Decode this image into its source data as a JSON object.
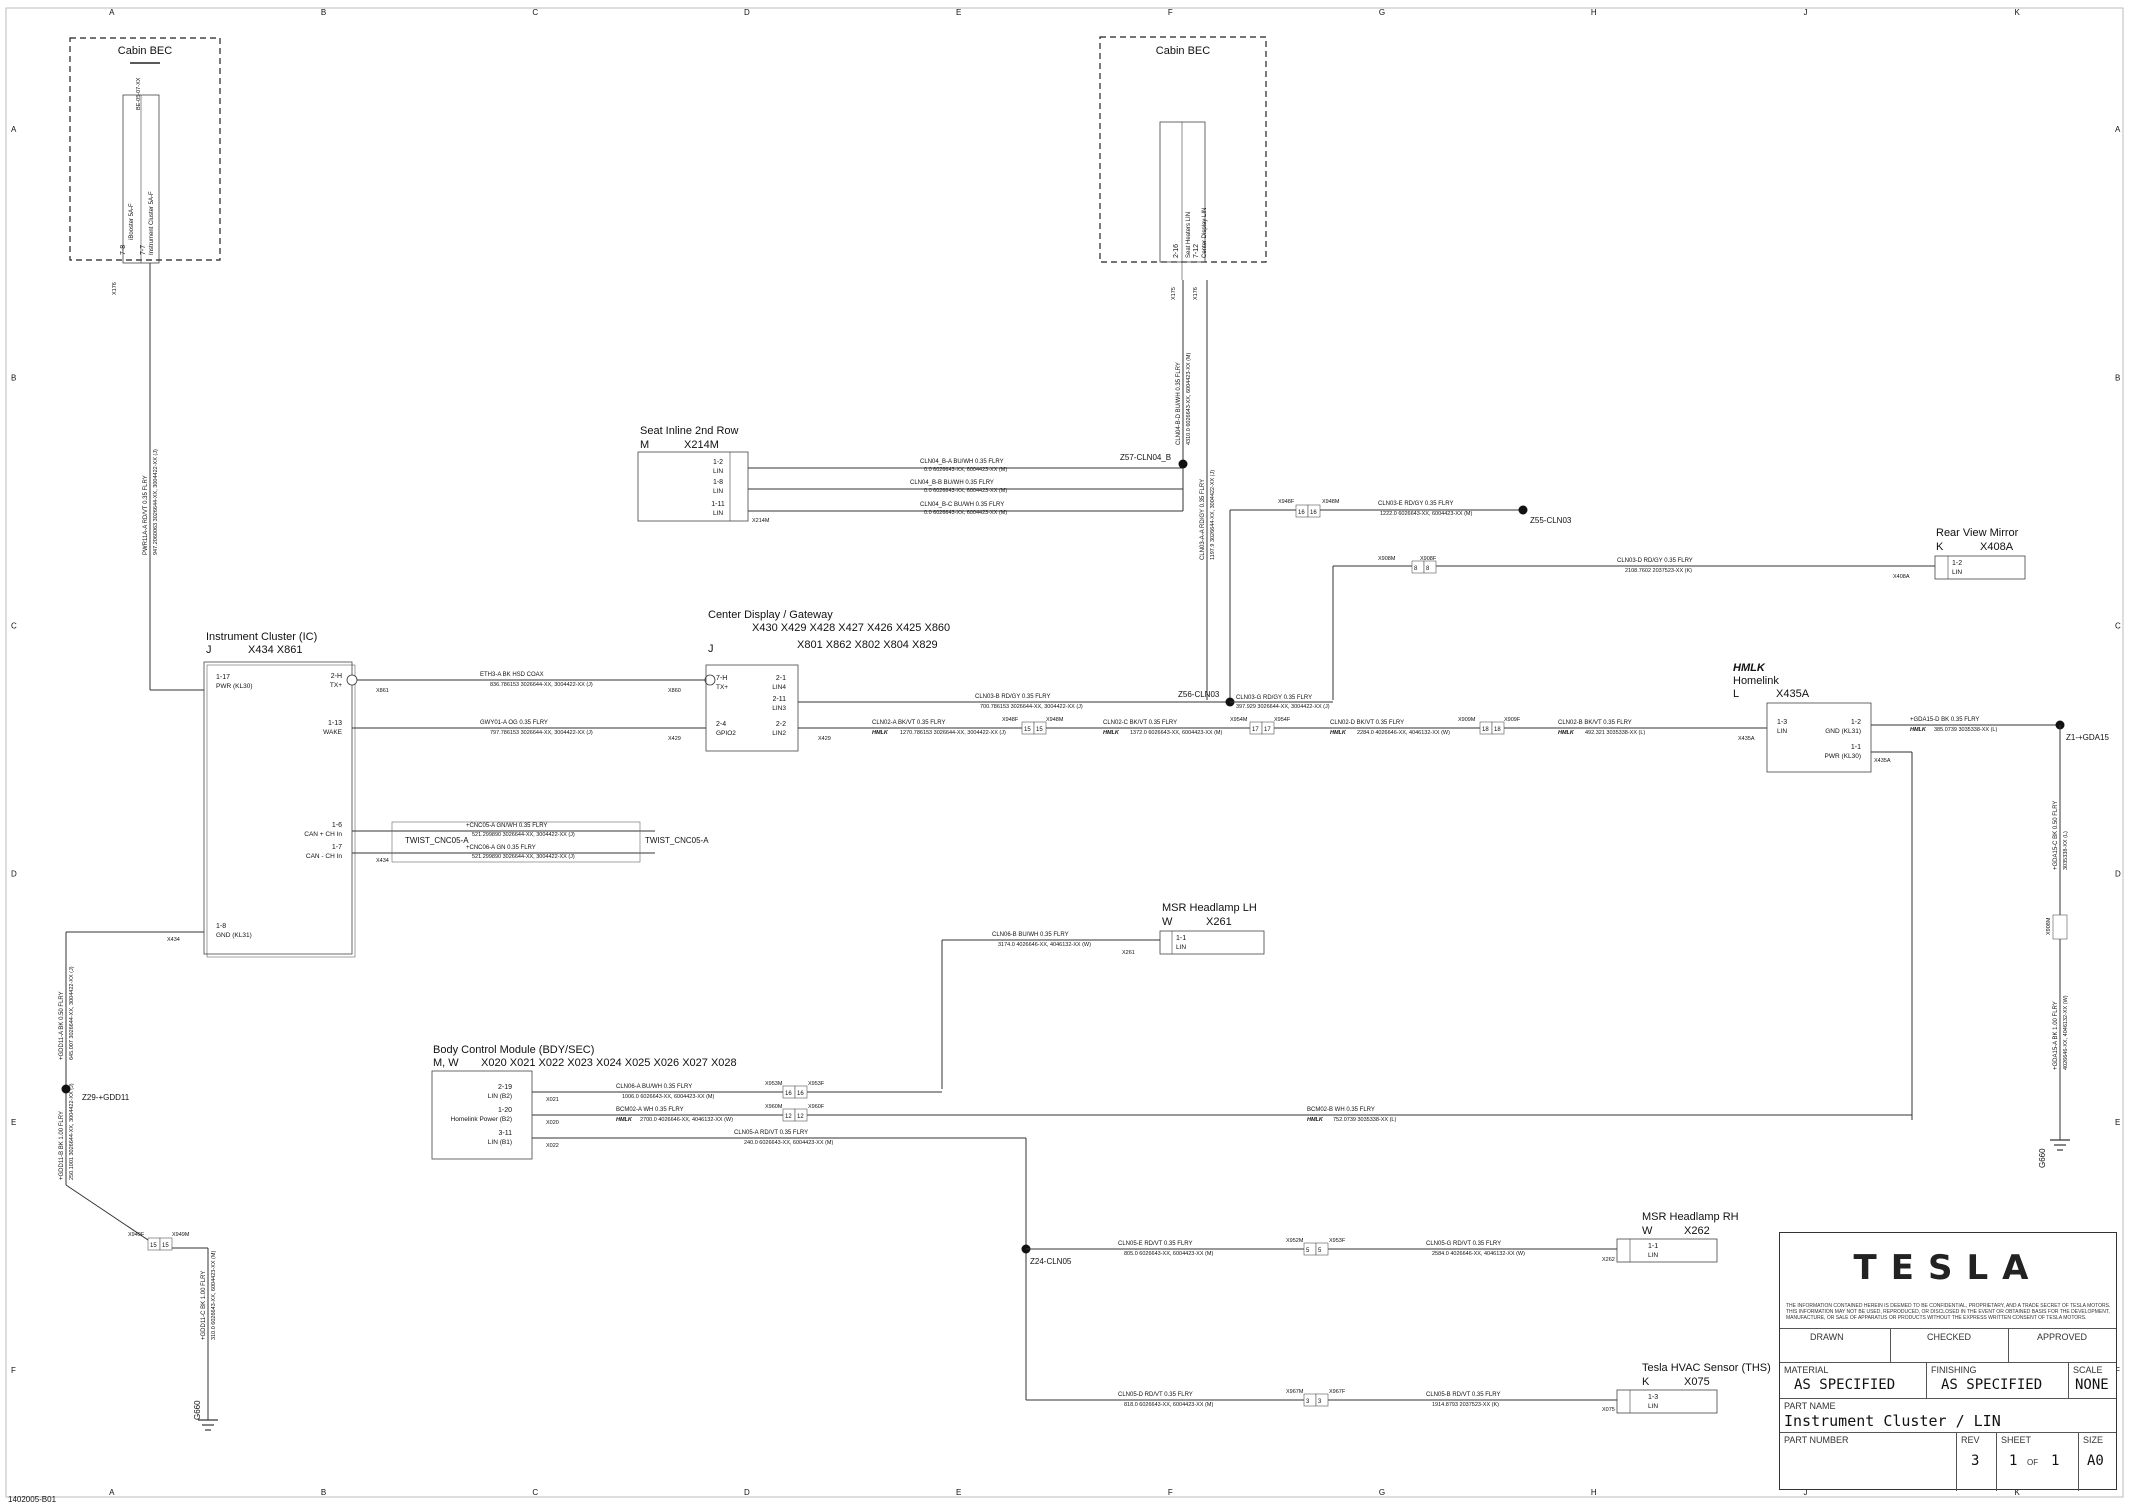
{
  "columns": [
    "A",
    "B",
    "C",
    "D",
    "E",
    "F",
    "G",
    "H",
    "J",
    "K"
  ],
  "rows": [
    "A",
    "B",
    "C",
    "D",
    "E",
    "F"
  ],
  "corner_code": "1402005-B01",
  "cabin_bec_left": {
    "title": "Cabin BEC",
    "pin1": "7-8",
    "pin1_label": "iBooster 5A-F",
    "pin2": "7-7",
    "pin2_label": "Instrument Cluster 5A-F",
    "top_label": "BE-05-07-XX",
    "conn": "X176",
    "wire": "PWR11A-A  RD/VT  0.35  FLRY",
    "wire_part": "947.2060063  3026644-XX, 3004422-XX (J)"
  },
  "cabin_bec_right": {
    "title": "Cabin BEC",
    "pin1": "2-16",
    "pin1_label": "Seat Heaters LIN",
    "pin2": "7-12",
    "pin2_label": "Center Display LIN",
    "conn1": "X175",
    "conn2": "X176",
    "wire1": "CLN04-B-D  BU/WH  0.35  FLRY",
    "wire1_part": "4310.0  6026643-XX, 6004423-XX (M)",
    "wire2": "CLN03-A-A  RD/GY  0.35  FLRY",
    "wire2_part": "1197.9  3026644-XX, 3004422-XX (J)"
  },
  "seat_inline": {
    "title": "Seat Inline 2nd Row",
    "code": "M",
    "connector": "X214M",
    "pins": [
      {
        "pin": "1-2",
        "name": "LIN",
        "wire": "CLN04_B-A  BU/WH  0.35  FLRY",
        "part": "0.0  6026643-XX, 6004423-XX (M)"
      },
      {
        "pin": "1-8",
        "name": "LIN",
        "wire": "CLN04_B-B  BU/WH  0.35  FLRY",
        "part": "0.0  6026643-XX, 6004423-XX (M)"
      },
      {
        "pin": "1-11",
        "name": "LIN",
        "wire": "CLN04_B-C  BU/WH  0.35  FLRY",
        "part": "0.0  6026643-XX, 6004423-XX (M)"
      }
    ],
    "conn": "X214M",
    "splice": "Z57-CLN04_B"
  },
  "z55": {
    "label": "Z55-CLN03",
    "wire": "CLN03-E  RD/GY  0.35  FLRY",
    "part": "1222.0  6026643-XX, 6004423-XX (M)",
    "c1": "X948F",
    "c2": "X948M",
    "p1": "16",
    "p2": "16"
  },
  "rear_view_mirror": {
    "title": "Rear View Mirror",
    "code": "K",
    "connector": "X408A",
    "pin": "1-2",
    "name": "LIN",
    "conn": "X408A",
    "wire": "CLN03-D  RD/GY  0.35  FLRY",
    "part": "2108.7602  2037523-XX (K)",
    "c1": "X908M",
    "c2": "X908F",
    "p1": "8",
    "p2": "8"
  },
  "instrument_cluster": {
    "title": "Instrument Cluster (IC)",
    "code": "J",
    "connectors": "X434   X861",
    "pins": [
      {
        "pin": "1-17",
        "name": "PWR (KL30)"
      },
      {
        "pin": "1-13",
        "name": "WAKE"
      },
      {
        "pin": "1-6",
        "name": "CAN + CH In"
      },
      {
        "pin": "1-7",
        "name": "CAN - CH In"
      },
      {
        "pin": "1-8",
        "name": "GND (KL31)"
      }
    ],
    "tx_pin": "2-H",
    "tx_name": "TX+",
    "conn_tx": "X861",
    "conn_gnd": "X434",
    "conn_can": "X434"
  },
  "center_display": {
    "title": "Center Display / Gateway",
    "code": "J",
    "connectors1": "X430   X429   X428   X427   X426   X425   X860",
    "connectors2": "X801   X862   X802   X804   X829",
    "pins": [
      {
        "pin": "7-H",
        "name": "TX+"
      },
      {
        "pin": "2-1",
        "name": "LIN4"
      },
      {
        "pin": "2-11",
        "name": "LIN3"
      },
      {
        "pin": "2-4",
        "name": "GPIO2"
      },
      {
        "pin": "2-2",
        "name": "LIN2"
      }
    ],
    "conn_tx": "X860",
    "conn_gpio": "X429",
    "conn_lin": "X429"
  },
  "eth_wire": {
    "name": "ETH3-A  BK  HSD  COAX",
    "part": "836.786153  3026644-XX, 3004422-XX (J)"
  },
  "gwy_wire": {
    "name": "GWY01-A  OG  0.35  FLRY",
    "part": "797.786153  3026644-XX, 3004422-XX (J)"
  },
  "can_wires": {
    "w1": "+CNC05-A  GN/WH  0.35  FLRY",
    "p1": "521.299890  3026644-XX, 3004422-XX (J)",
    "w2": "+CNC06-A  GN  0.35  FLRY",
    "p2": "521.299890  3026644-XX, 3004422-XX (J)",
    "twist1": "TWIST_CNC05-A",
    "twist2": "TWIST_CNC05-A"
  },
  "lin_chain": {
    "z56": "Z56-CLN03",
    "cln03b": "CLN03-B  RD/GY  0.35  FLRY",
    "cln03b_part": "700.786153  3026644-XX, 3004422-XX (J)",
    "cln03g": "CLN03-G  RD/GY  0.35  FLRY",
    "cln03g_part": "397.929  3026644-XX, 3004422-XX (J)",
    "cln02a": "CLN02-A  BK/VT  0.35  FLRY",
    "cln02a_part": "1270.786153  3026644-XX, 3004422-XX (J)",
    "cln02c": "CLN02-C  BK/VT  0.35  FLRY",
    "cln02c_part": "1372.0  6026643-XX, 6004423-XX (M)",
    "cln02d": "CLN02-D  BK/VT  0.35  FLRY",
    "cln02d_part": "2284.0  4026646-XX, 4046132-XX (W)",
    "cln02b": "CLN02-B  BK/VT  0.35  FLRY",
    "cln02b_part": "492.321  3035338-XX (L)",
    "hmlk": "HMLK",
    "x948f": "X948F",
    "x948m": "X948M",
    "p15a": "15",
    "p15b": "15",
    "x954m": "X954M",
    "x954f": "X954F",
    "p17a": "17",
    "p17b": "17",
    "x909m": "X909M",
    "x909f": "X909F",
    "p18a": "18",
    "p18b": "18"
  },
  "homelink": {
    "title_bold": "HMLK",
    "title": "Homelink",
    "code": "L",
    "connector": "X435A",
    "pins": [
      {
        "pin": "1-3",
        "name": "LIN"
      },
      {
        "pin": "1-2",
        "name": "GND (KL31)"
      },
      {
        "pin": "1-1",
        "name": "PWR (KL30)"
      }
    ],
    "conn1": "X435A",
    "conn2": "X435A",
    "gnd_wire": "+GDA15-D  BK  0.35  FLRY",
    "gnd_part": "385.0739  3035338-XX (L)",
    "gnd_splice": "Z1-+GDA15"
  },
  "right_ground": {
    "w1": "+GDA15-C  BK  0.50  FLRY",
    "p1": "3035338-XX (L)",
    "w2": "+GDA15-A  BK  1.00  FLRY",
    "p2": "4026646-XX, 4046132-XX (W)",
    "conn": "X908M",
    "ground": "G660"
  },
  "msr_lh": {
    "title": "MSR Headlamp LH",
    "code": "W",
    "connector": "X261",
    "pin": "1-1",
    "name": "LIN",
    "conn": "X261",
    "wire": "CLN06-B  BU/WH  0.35  FLRY",
    "part": "3174.0  4026646-XX, 4046132-XX (W)"
  },
  "bcm": {
    "title": "Body Control Module (BDY/SEC)",
    "code": "M, W",
    "connectors": "X020   X021   X022   X023   X024   X025   X026   X027   X028",
    "pins": [
      {
        "pin": "2-19",
        "name": "LIN (B2)",
        "conn": "X021"
      },
      {
        "pin": "1-20",
        "name": "Homelink Power (B2)",
        "conn": "X020"
      },
      {
        "pin": "3-11",
        "name": "LIN (B1)",
        "conn": "X022"
      }
    ],
    "w1": "CLN06-A  BU/WH  0.35  FLRY",
    "p1": "1006.0  6026643-XX, 6004423-XX (M)",
    "w2": "BCM02-A  WH  0.35  FLRY",
    "p2": "2700.0  4026646-XX, 4046132-XX (W)",
    "w3": "CLN05-A  RD/VT  0.35  FLRY",
    "p3": "240.0  6026643-XX, 6004423-XX (M)",
    "c1a": "X953M",
    "c1b": "X953F",
    "n1a": "16",
    "n1b": "16",
    "c2a": "X960M",
    "c2b": "X960F",
    "n2a": "12",
    "n2b": "12",
    "bcm02b": "BCM02-B  WH  0.35  FLRY",
    "bcm02b_part": "752.0739  3035338-XX (L)"
  },
  "left_ground": {
    "splice": "Z29-+GDD11",
    "w1": "+GDD11-A  BK  0.50  FLRY",
    "p1": "645.007  3026644-XX, 3004422-XX (J)",
    "w2": "+GDD11-B  BK  1.00  FLRY",
    "p2": "250.1001  3026644-XX, 3004422-XX (J)",
    "c1": "X949F",
    "c2": "X949M",
    "n1": "15",
    "n2": "15",
    "w3": "+GDD11-C  BK  1.00  FLRY",
    "p3": "310.0  6026643-XX, 6004423-XX (M)",
    "ground": "G660"
  },
  "msr_rh": {
    "title": "MSR Headlamp RH",
    "code": "W",
    "connector": "X262",
    "pin": "1-1",
    "name": "LIN",
    "conn": "X262",
    "splice": "Z24-CLN05",
    "w1": "CLN05-E  RD/VT  0.35  FLRY",
    "p1": "805.0  6026643-XX, 6004423-XX (M)",
    "w2": "CLN05-G  RD/VT  0.35  FLRY",
    "p2": "2584.0  4026646-XX, 4046132-XX (W)",
    "c1": "X952M",
    "c2": "X953F",
    "n1": "5",
    "n2": "5"
  },
  "hvac": {
    "title": "Tesla HVAC Sensor (THS)",
    "code": "K",
    "connector": "X075",
    "pin": "1-3",
    "name": "LIN",
    "conn": "X075",
    "w1": "CLN05-D  RD/VT  0.35  FLRY",
    "p1": "818.0  6026643-XX, 6004423-XX (M)",
    "w2": "CLN05-B  RD/VT  0.35  FLRY",
    "p2": "1914.8793  2037523-XX (K)",
    "c1": "X967M",
    "c2": "X967F",
    "n1": "3",
    "n2": "3"
  },
  "title_block": {
    "logo": "TESLA",
    "notice": "THE INFORMATION CONTAINED HEREIN IS DEEMED TO BE CONFIDENTIAL, PROPRIETARY, AND A TRADE SECRET OF TESLA MOTORS. THIS INFORMATION MAY NOT BE USED, REPRODUCED, OR DISCLOSED IN THE EVENT OR OBTAINED BASIS FOR THE DEVELOPMENT, MANUFACTURE, OR SALE OF APPARATUS OR PRODUCTS WITHOUT THE EXPRESS WRITTEN CONSENT OF TESLA MOTORS.",
    "drawn": "DRAWN",
    "checked": "CHECKED",
    "approved": "APPROVED",
    "material_label": "MATERIAL",
    "material": "AS SPECIFIED",
    "finishing_label": "FINISHING",
    "finishing": "AS SPECIFIED",
    "scale_label": "SCALE",
    "scale": "NONE",
    "part_name_label": "PART NAME",
    "part_name": "Instrument Cluster / LIN",
    "part_number_label": "PART NUMBER",
    "rev_label": "REV",
    "rev": "3",
    "sheet_label": "SHEET",
    "sheet": "1",
    "sheet_of": "OF",
    "sheet_total": "1",
    "size_label": "SIZE",
    "size": "A0"
  }
}
